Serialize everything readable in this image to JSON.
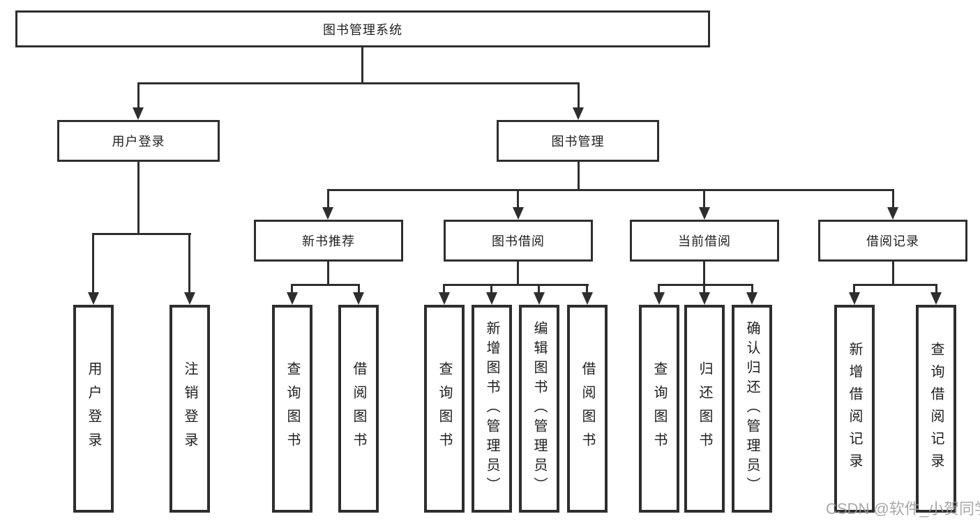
{
  "tree": {
    "root": {
      "label": "图书管理系统"
    },
    "branches": [
      {
        "label": "用户登录",
        "children": [
          {
            "label": "用户登录"
          },
          {
            "label": "注销登录"
          }
        ]
      },
      {
        "label": "图书管理",
        "groups": [
          {
            "label": "新书推荐",
            "children": [
              {
                "label": "查询图书"
              },
              {
                "label": "借阅图书"
              }
            ]
          },
          {
            "label": "图书借阅",
            "children": [
              {
                "label": "查询图书"
              },
              {
                "label": "新增图书（管理员）"
              },
              {
                "label": "编辑图书（管理员）"
              },
              {
                "label": "借阅图书"
              }
            ]
          },
          {
            "label": "当前借阅",
            "children": [
              {
                "label": "查询图书"
              },
              {
                "label": "归还图书"
              },
              {
                "label": "确认归还（管理员）"
              }
            ]
          },
          {
            "label": "借阅记录",
            "children": [
              {
                "label": "新增借阅记录"
              },
              {
                "label": "查询借阅记录"
              }
            ]
          }
        ]
      }
    ]
  },
  "watermark": {
    "text": "CSDN @软件_小贺同学"
  },
  "colors": {
    "line": "#2e2e2e",
    "text": "#1f1f1f",
    "watermark": "#9a9a9a"
  }
}
